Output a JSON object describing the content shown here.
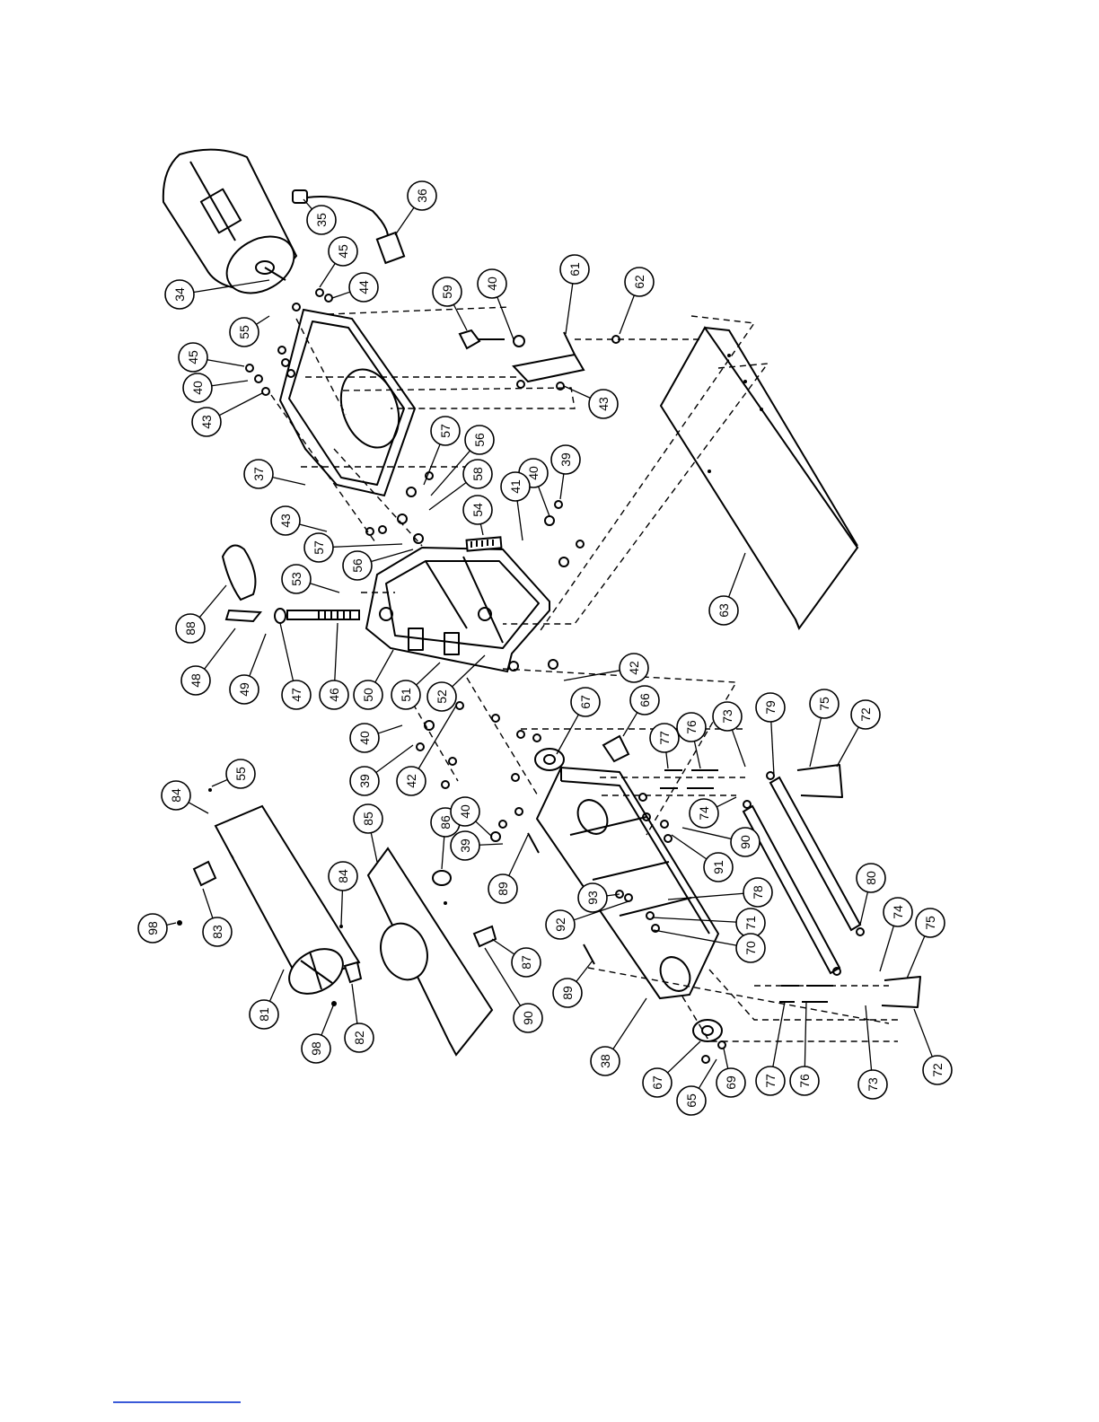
{
  "callouts": [
    {
      "id": "c34",
      "label": "34"
    },
    {
      "id": "c35",
      "label": "35"
    },
    {
      "id": "c36",
      "label": "36"
    },
    {
      "id": "c45a",
      "label": "45"
    },
    {
      "id": "c44",
      "label": "44"
    },
    {
      "id": "c55a",
      "label": "55"
    },
    {
      "id": "c45b",
      "label": "45"
    },
    {
      "id": "c40a",
      "label": "40"
    },
    {
      "id": "c43a",
      "label": "43"
    },
    {
      "id": "c59",
      "label": "59"
    },
    {
      "id": "c40b",
      "label": "40"
    },
    {
      "id": "c61",
      "label": "61"
    },
    {
      "id": "c62",
      "label": "62"
    },
    {
      "id": "c43b",
      "label": "43"
    },
    {
      "id": "c37",
      "label": "37"
    },
    {
      "id": "c57a",
      "label": "57"
    },
    {
      "id": "c56a",
      "label": "56"
    },
    {
      "id": "c58",
      "label": "58"
    },
    {
      "id": "c40c",
      "label": "40"
    },
    {
      "id": "c39a",
      "label": "39"
    },
    {
      "id": "c43c",
      "label": "43"
    },
    {
      "id": "c57b",
      "label": "57"
    },
    {
      "id": "c56b",
      "label": "56"
    },
    {
      "id": "c54",
      "label": "54"
    },
    {
      "id": "c41",
      "label": "41"
    },
    {
      "id": "c53",
      "label": "53"
    },
    {
      "id": "c88",
      "label": "88"
    },
    {
      "id": "c48",
      "label": "48"
    },
    {
      "id": "c49",
      "label": "49"
    },
    {
      "id": "c47",
      "label": "47"
    },
    {
      "id": "c46",
      "label": "46"
    },
    {
      "id": "c50",
      "label": "50"
    },
    {
      "id": "c51",
      "label": "51"
    },
    {
      "id": "c52",
      "label": "52"
    },
    {
      "id": "c42a",
      "label": "42"
    },
    {
      "id": "c63",
      "label": "63"
    },
    {
      "id": "c40d",
      "label": "40"
    },
    {
      "id": "c39b",
      "label": "39"
    },
    {
      "id": "c42b",
      "label": "42"
    },
    {
      "id": "c67a",
      "label": "67"
    },
    {
      "id": "c66",
      "label": "66"
    },
    {
      "id": "c77a",
      "label": "77"
    },
    {
      "id": "c76a",
      "label": "76"
    },
    {
      "id": "c73a",
      "label": "73"
    },
    {
      "id": "c79",
      "label": "79"
    },
    {
      "id": "c75a",
      "label": "75"
    },
    {
      "id": "c72a",
      "label": "72"
    },
    {
      "id": "c74a",
      "label": "74"
    },
    {
      "id": "c90a",
      "label": "90"
    },
    {
      "id": "c91",
      "label": "91"
    },
    {
      "id": "c84a",
      "label": "84"
    },
    {
      "id": "c55b",
      "label": "55"
    },
    {
      "id": "c85",
      "label": "85"
    },
    {
      "id": "c86",
      "label": "86"
    },
    {
      "id": "c40e",
      "label": "40"
    },
    {
      "id": "c39c",
      "label": "39"
    },
    {
      "id": "c89a",
      "label": "89"
    },
    {
      "id": "c93",
      "label": "93"
    },
    {
      "id": "c78",
      "label": "78"
    },
    {
      "id": "c92",
      "label": "92"
    },
    {
      "id": "c71",
      "label": "71"
    },
    {
      "id": "c70",
      "label": "70"
    },
    {
      "id": "c80",
      "label": "80"
    },
    {
      "id": "c98a",
      "label": "98"
    },
    {
      "id": "c83",
      "label": "83"
    },
    {
      "id": "c84b",
      "label": "84"
    },
    {
      "id": "c87",
      "label": "87"
    },
    {
      "id": "c74b",
      "label": "74"
    },
    {
      "id": "c75b",
      "label": "75"
    },
    {
      "id": "c81",
      "label": "81"
    },
    {
      "id": "c98b",
      "label": "98"
    },
    {
      "id": "c82",
      "label": "82"
    },
    {
      "id": "c90b",
      "label": "90"
    },
    {
      "id": "c89b",
      "label": "89"
    },
    {
      "id": "c38",
      "label": "38"
    },
    {
      "id": "c67b",
      "label": "67"
    },
    {
      "id": "c65",
      "label": "65"
    },
    {
      "id": "c69",
      "label": "69"
    },
    {
      "id": "c77b",
      "label": "77"
    },
    {
      "id": "c76b",
      "label": "76"
    },
    {
      "id": "c73b",
      "label": "73"
    },
    {
      "id": "c72b",
      "label": "72"
    }
  ]
}
